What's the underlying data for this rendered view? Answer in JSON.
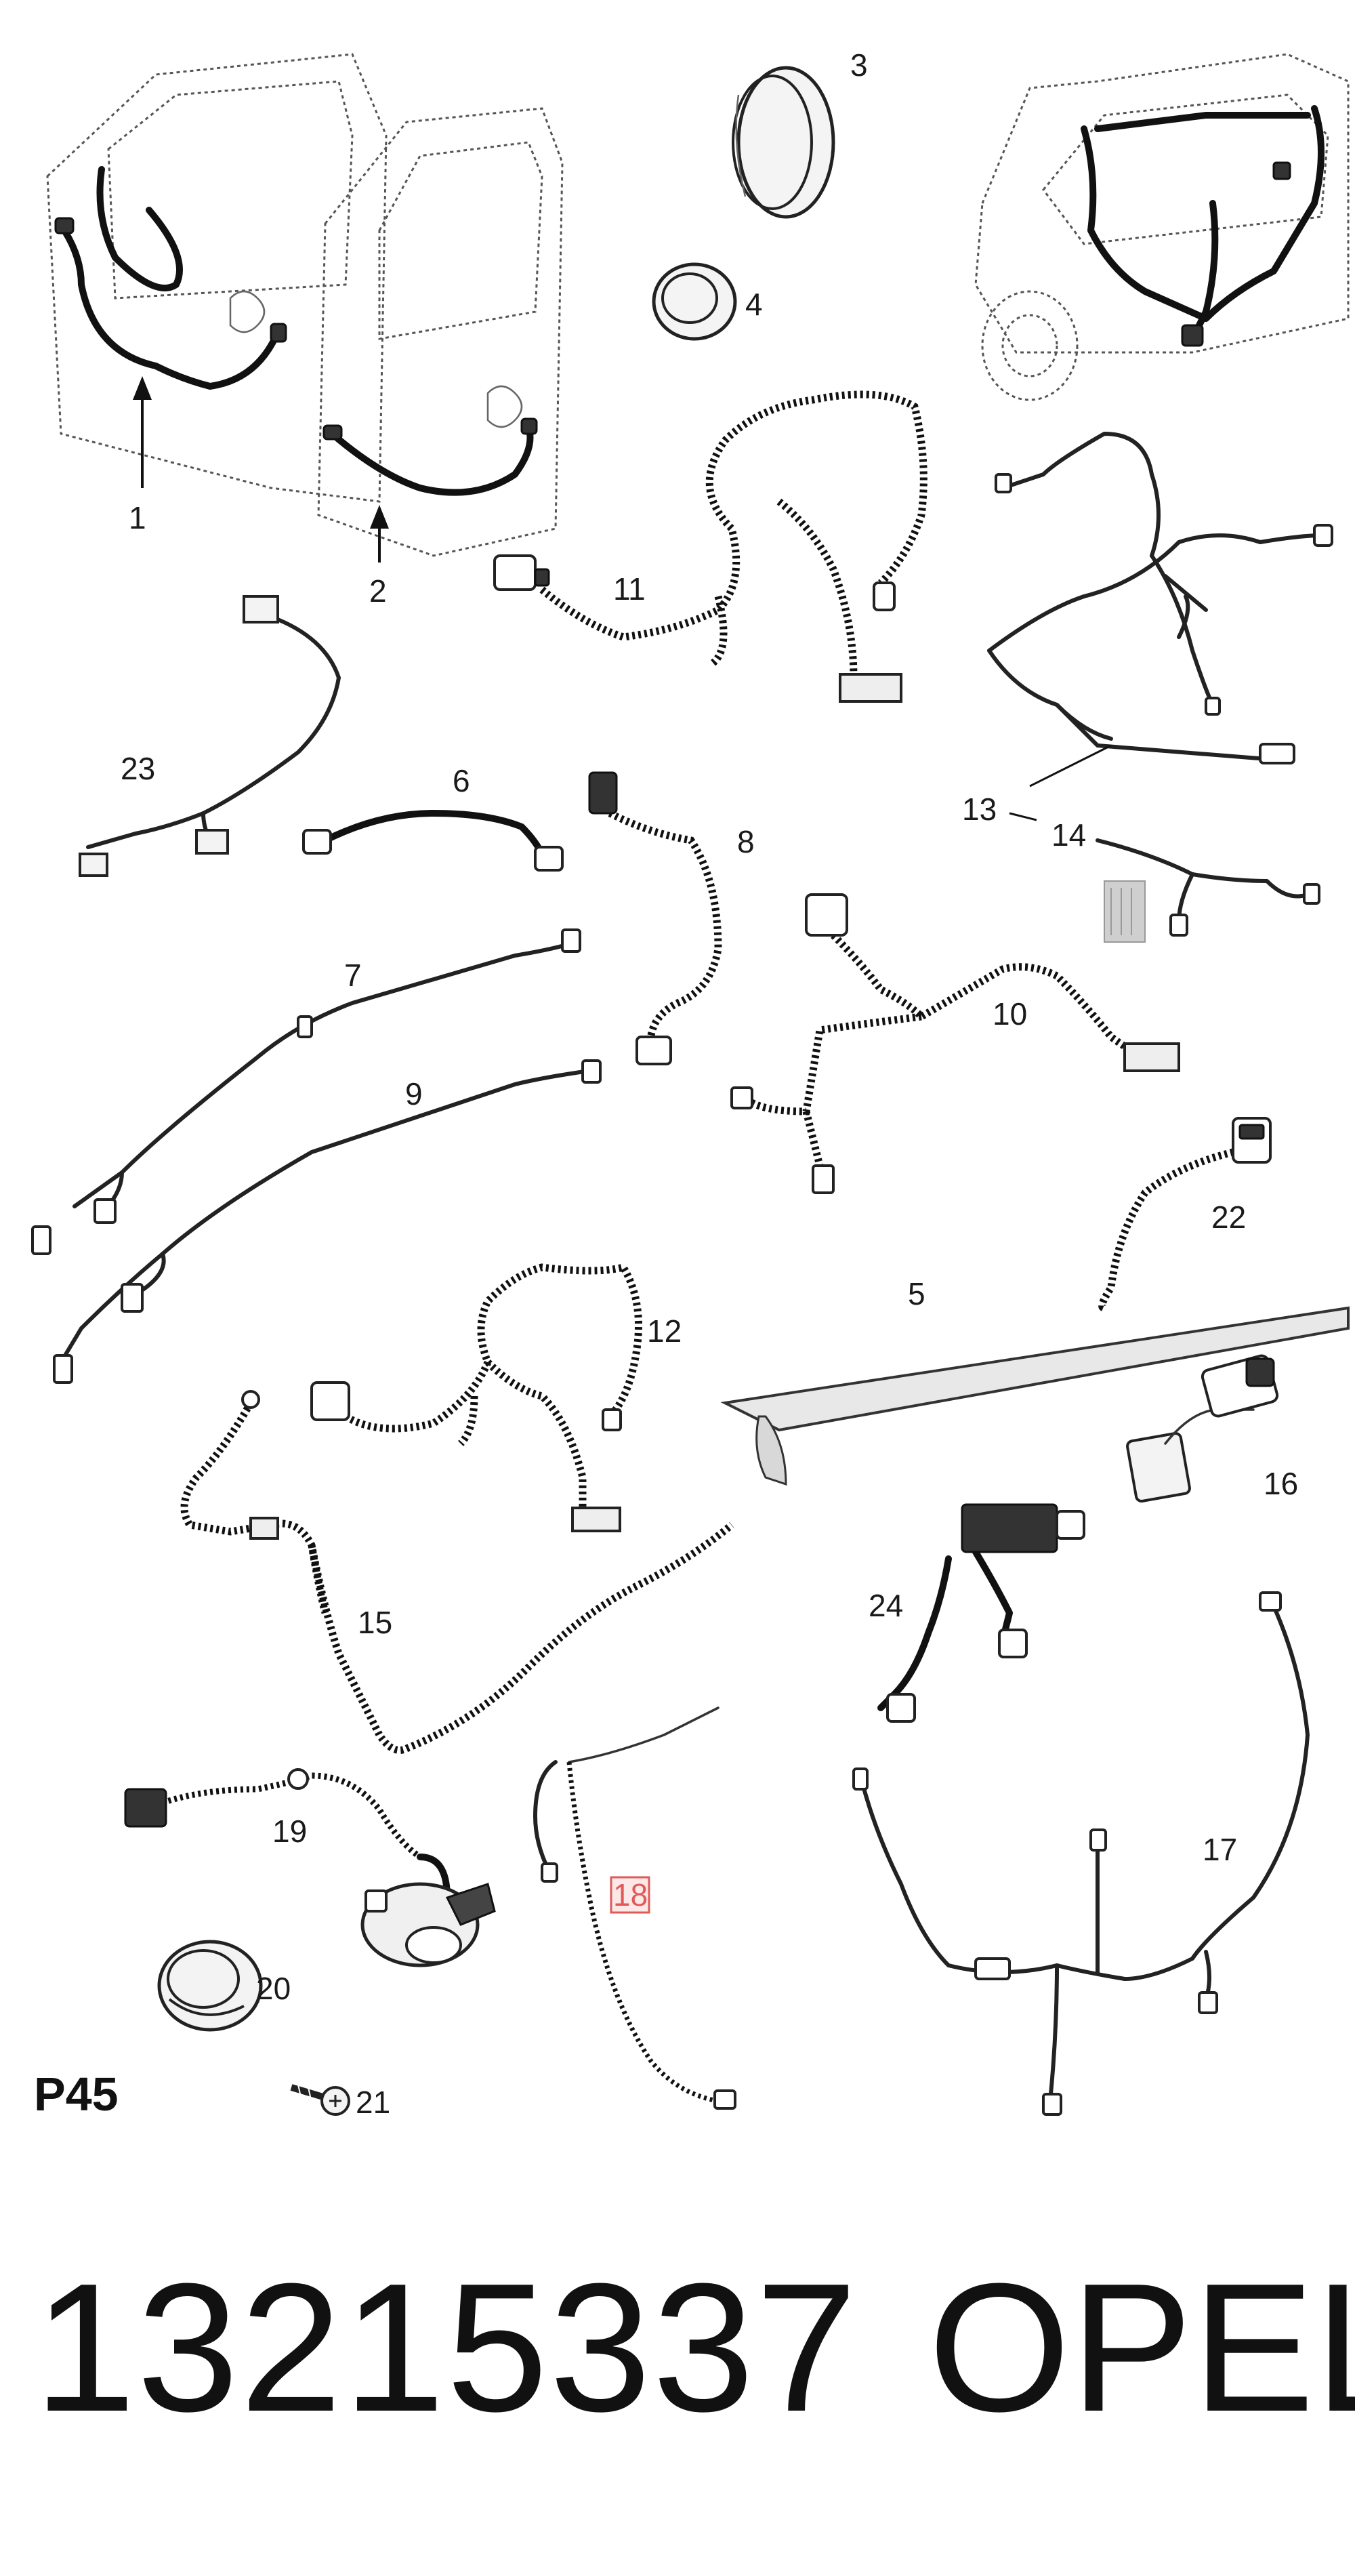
{
  "callouts": {
    "c1": "1",
    "c2": "2",
    "c3": "3",
    "c4": "4",
    "c5": "5",
    "c6": "6",
    "c7": "7",
    "c8": "8",
    "c9": "9",
    "c10": "10",
    "c11": "11",
    "c12": "12",
    "c13": "13",
    "c14": "14",
    "c15": "15",
    "c16": "16",
    "c17": "17",
    "c18": "18",
    "c19": "19",
    "c20": "20",
    "c21": "21",
    "c22": "22",
    "c23": "23",
    "c24": "24"
  },
  "highlighted_callout": "18",
  "colors": {
    "line": "#222222",
    "highlight": "#e05a5a",
    "background": "#ffffff"
  },
  "page_label": "P45",
  "part_number": "13215337",
  "brand": "OPEL"
}
